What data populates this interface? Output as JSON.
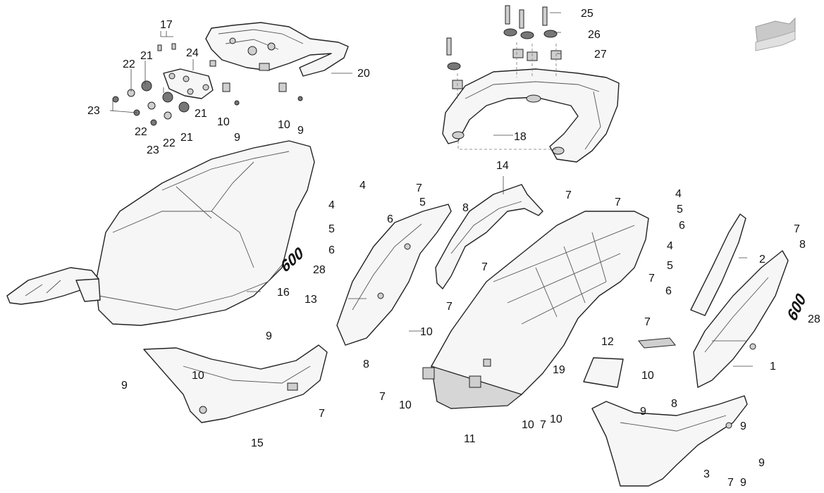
{
  "diagram": {
    "callouts": [
      {
        "id": "c17",
        "text": "17"
      },
      {
        "id": "c24",
        "text": "24"
      },
      {
        "id": "c20",
        "text": "20"
      },
      {
        "id": "c22a",
        "text": "22"
      },
      {
        "id": "c21a",
        "text": "21"
      },
      {
        "id": "c23a",
        "text": "23"
      },
      {
        "id": "c22b",
        "text": "22"
      },
      {
        "id": "c21b",
        "text": "21"
      },
      {
        "id": "c23b",
        "text": "23"
      },
      {
        "id": "c22c",
        "text": "22"
      },
      {
        "id": "c21c",
        "text": "21"
      },
      {
        "id": "c10a",
        "text": "10"
      },
      {
        "id": "c9a",
        "text": "9"
      },
      {
        "id": "c10b",
        "text": "10"
      },
      {
        "id": "c9b",
        "text": "9"
      },
      {
        "id": "c25",
        "text": "25"
      },
      {
        "id": "c26",
        "text": "26"
      },
      {
        "id": "c27",
        "text": "27"
      },
      {
        "id": "c18",
        "text": "18"
      },
      {
        "id": "c14",
        "text": "14"
      },
      {
        "id": "c4a",
        "text": "4"
      },
      {
        "id": "c7a",
        "text": "7"
      },
      {
        "id": "c5a",
        "text": "5"
      },
      {
        "id": "c4b",
        "text": "4"
      },
      {
        "id": "c6a",
        "text": "6"
      },
      {
        "id": "c8a",
        "text": "8"
      },
      {
        "id": "c5b",
        "text": "5"
      },
      {
        "id": "c6b",
        "text": "6"
      },
      {
        "id": "c28a",
        "text": "28"
      },
      {
        "id": "c16",
        "text": "16"
      },
      {
        "id": "c13",
        "text": "13"
      },
      {
        "id": "c7b",
        "text": "7"
      },
      {
        "id": "c7c",
        "text": "7"
      },
      {
        "id": "c10c",
        "text": "10"
      },
      {
        "id": "c9c",
        "text": "9"
      },
      {
        "id": "c10d",
        "text": "10"
      },
      {
        "id": "c8b",
        "text": "8"
      },
      {
        "id": "c9d",
        "text": "9"
      },
      {
        "id": "c7d",
        "text": "7"
      },
      {
        "id": "c15",
        "text": "15"
      },
      {
        "id": "c7e",
        "text": "7"
      },
      {
        "id": "c10e",
        "text": "10"
      },
      {
        "id": "c11",
        "text": "11"
      },
      {
        "id": "c10f",
        "text": "10"
      },
      {
        "id": "c7f",
        "text": "7"
      },
      {
        "id": "c10g",
        "text": "10"
      },
      {
        "id": "c19",
        "text": "19"
      },
      {
        "id": "c12",
        "text": "12"
      },
      {
        "id": "c7g",
        "text": "7"
      },
      {
        "id": "c7h",
        "text": "7"
      },
      {
        "id": "c4c",
        "text": "4"
      },
      {
        "id": "c5c",
        "text": "5"
      },
      {
        "id": "c6c",
        "text": "6"
      },
      {
        "id": "c7i",
        "text": "7"
      },
      {
        "id": "c8c",
        "text": "8"
      },
      {
        "id": "c4d",
        "text": "4"
      },
      {
        "id": "c2",
        "text": "2"
      },
      {
        "id": "c5d",
        "text": "5"
      },
      {
        "id": "c7j",
        "text": "7"
      },
      {
        "id": "c6d",
        "text": "6"
      },
      {
        "id": "c7k",
        "text": "7"
      },
      {
        "id": "c28b",
        "text": "28"
      },
      {
        "id": "c1",
        "text": "1"
      },
      {
        "id": "c10h",
        "text": "10"
      },
      {
        "id": "c9e",
        "text": "9"
      },
      {
        "id": "c8d",
        "text": "8"
      },
      {
        "id": "c9f",
        "text": "9"
      },
      {
        "id": "c9g",
        "text": "9"
      },
      {
        "id": "c3",
        "text": "3"
      },
      {
        "id": "c7l",
        "text": "7"
      },
      {
        "id": "c9h",
        "text": "9"
      }
    ],
    "decal_text": "600",
    "icon": "orientation-arrow-icon"
  }
}
